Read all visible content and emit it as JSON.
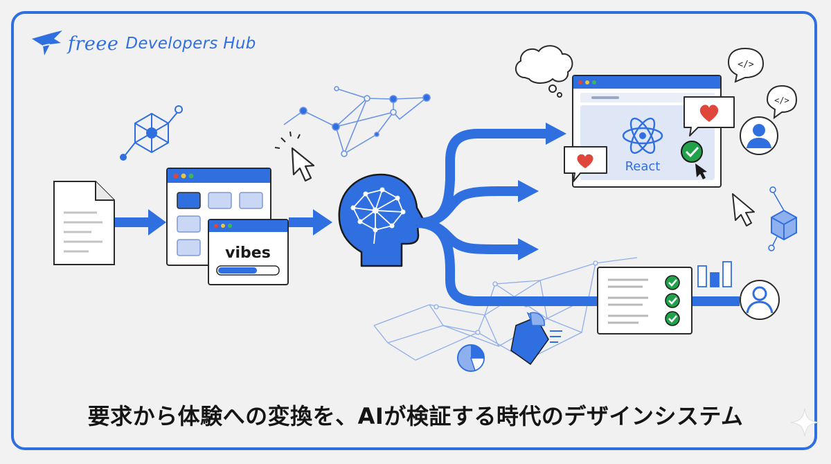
{
  "logo": {
    "brand": "freee",
    "subtitle": "Developers Hub"
  },
  "labels": {
    "vibes": "vibes",
    "react": "React"
  },
  "headline": "要求から体験への変換を、AIが検証する時代のデザインシステム",
  "colors": {
    "primary": "#2f6fe0",
    "light": "#c9d7f4",
    "pale": "#e4ebf8",
    "check": "#22a14b",
    "heart": "#e0473b"
  }
}
